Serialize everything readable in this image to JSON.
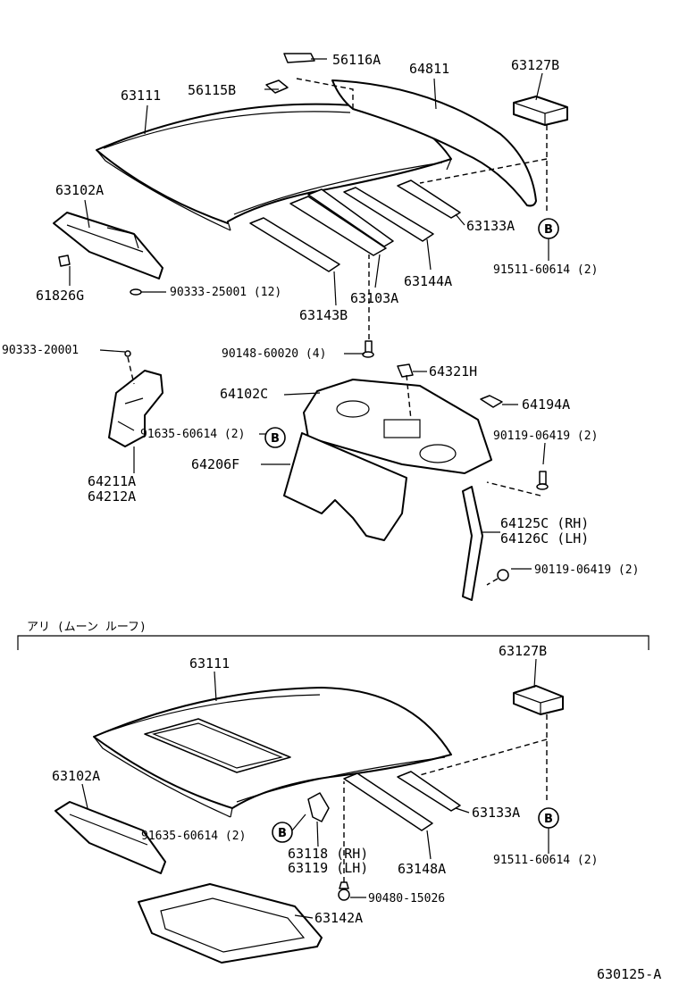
{
  "parts": {
    "p56116A": "56116A",
    "p56115B": "56115B",
    "p64811": "64811",
    "p63127B_top": "63127B",
    "p63111_top": "63111",
    "p63102A_top": "63102A",
    "p63133A_top": "63133A",
    "p63144A": "63144A",
    "p91511_top": "91511-60614 (2)",
    "p61826G": "61826G",
    "p90333_25001": "90333-25001 (12)",
    "p63103A": "63103A",
    "p63143B": "63143B",
    "p90333_20001": "90333-20001",
    "p90148": "90148-60020 (4)",
    "p64321H": "64321H",
    "p64102C": "64102C",
    "p64194A": "64194A",
    "p91635_top": "91635-60614 (2)",
    "p90119_a": "90119-06419 (2)",
    "p64206F": "64206F",
    "p64211A": "64211A",
    "p64212A": "64212A",
    "p64125C": "64125C (RH)",
    "p64126C": "64126C (LH)",
    "p90119_b": "90119-06419 (2)",
    "p63111_bot": "63111",
    "p63127B_bot": "63127B",
    "p63102A_bot": "63102A",
    "p63133A_bot": "63133A",
    "p91635_bot": "91635-60614 (2)",
    "p91511_bot": "91511-60614 (2)",
    "p63118": "63118 (RH)",
    "p63119": "63119 (LH)",
    "p63148A": "63148A",
    "p90480": "90480-15026",
    "p63142A": "63142A"
  },
  "section_note": "アリ (ムーン ルーフ)",
  "ref_marker": "B",
  "diagram_code": "630125-A"
}
